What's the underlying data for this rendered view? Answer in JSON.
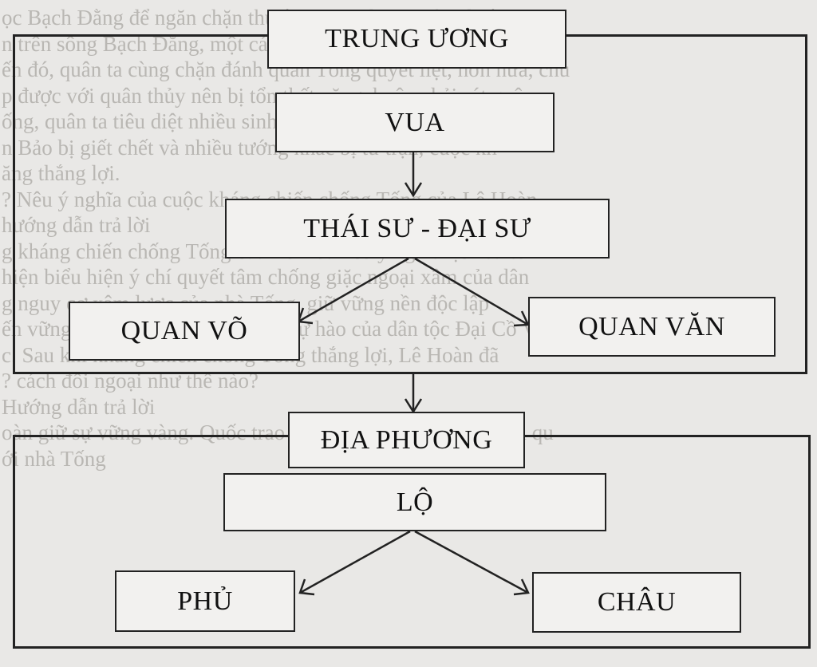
{
  "diagram": {
    "central_group": {
      "label": "TRUNG ƯƠNG",
      "nodes": {
        "king": "VUA",
        "chief": "THÁI SƯ - ĐẠI SƯ",
        "military": "QUAN VÕ",
        "civil": "QUAN VĂN"
      }
    },
    "local_group": {
      "label": "ĐỊA PHƯƠNG",
      "nodes": {
        "lo": "LỘ",
        "phu": "PHỦ",
        "chau": "CHÂU"
      }
    },
    "edges": [
      [
        "VUA",
        "THÁI SƯ - ĐẠI SƯ"
      ],
      [
        "THÁI SƯ - ĐẠI SƯ",
        "QUAN VÕ"
      ],
      [
        "THÁI SƯ - ĐẠI SƯ",
        "QUAN VĂN"
      ],
      [
        "TRUNG ƯƠNG",
        "ĐỊA PHƯƠNG"
      ],
      [
        "LỘ",
        "PHỦ"
      ],
      [
        "LỘ",
        "CHÂU"
      ]
    ]
  },
  "background_text": [
    "ọc Bạch Đằng để ngăn chặn thuyền giặc, nhưng trận chiến",
    "n trên sông Bạch Đằng, một cánh thuyền quân địch bị đánh lui.",
    "ến đó, quân ta cùng chặn đánh quân Tống quyết liệt, hơn nữa, chủ",
    "p được với quân thủy nên bị tổn thất nặng, buộc phải rút quân",
    "ống, quân ta tiêu diệt nhiều sinh lực địch. Quân Tống đại b",
    "n Bảo bị giết chết và nhiều tướng khác bị tử trận, cuộc kh",
    "ăng thắng lợi.",
    "? Nêu ý nghĩa của cuộc kháng chiến chống Tống của Lê Hoàn",
    "hướng dẫn trả lời",
    "g kháng chiến chống Tống của Lê Hoàn có ý nghĩa lịch sử to",
    "hiện biểu hiện ý chí quyết tâm chống giặc ngoại xâm của dân",
    "g nguy cơ xâm lược của nhà Tống, giữ vững nền độc lập",
    "ến vững chắc ý chí mạnh và lòng tự hào của dân tộc Đại Cồ Việt.",
    "c. Sau khi kháng chiến chống Tống thắng lợi, Lê Hoàn đã",
    "? cách đối ngoại như thế nào?",
    "Hướng dẫn trả lời",
    "oàn giữ sự vững vàng. Quốc trao trả một số tù binh và đặt lại qu",
    "ới nhà Tống"
  ]
}
